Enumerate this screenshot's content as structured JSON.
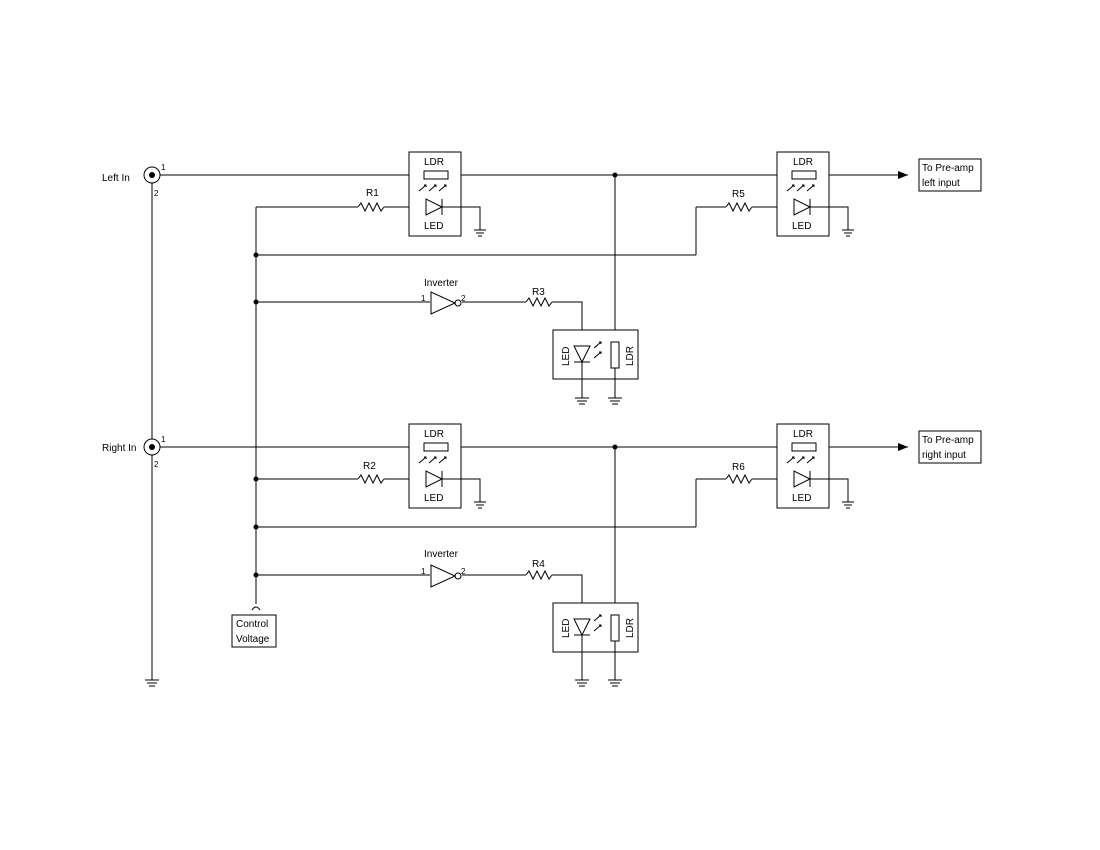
{
  "inputs": {
    "left": {
      "label": "Left In",
      "pin1": "1",
      "pin2": "2"
    },
    "right": {
      "label": "Right In",
      "pin1": "1",
      "pin2": "2"
    }
  },
  "outputs": {
    "left": {
      "line1": "To Pre-amp",
      "line2": "left input"
    },
    "right": {
      "line1": "To Pre-amp",
      "line2": "right input"
    }
  },
  "control": {
    "line1": "Control",
    "line2": "Voltage"
  },
  "resistors": {
    "r1": "R1",
    "r2": "R2",
    "r3": "R3",
    "r4": "R4",
    "r5": "R5",
    "r6": "R6"
  },
  "inverters": {
    "top": {
      "label": "Inverter",
      "pin_in": "1",
      "pin_out": "2"
    },
    "bottom": {
      "label": "Inverter",
      "pin_in": "1",
      "pin_out": "2"
    }
  },
  "optocouplers": {
    "ldr_label": "LDR",
    "led_label": "LED"
  }
}
